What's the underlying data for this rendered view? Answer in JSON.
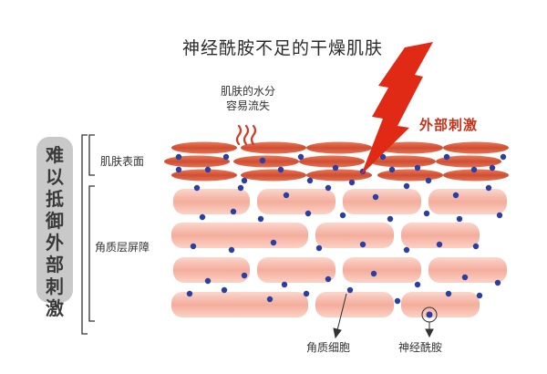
{
  "title": "神经酰胺不足的干燥肌肤",
  "water_loss_note": "肌肤的水分\n容易流失",
  "external_label": "外部刺激",
  "side_label": "难\n以\n抵\n御\n外\n部\n刺\n激",
  "layers": {
    "surface_label": "肌肤表面",
    "barrier_label": "角质层屏障"
  },
  "callouts": {
    "cell_label": "角质细胞",
    "ceramide_label": "神经酰胺"
  },
  "colors": {
    "surface_cell": "#d9573a",
    "barrier_cell": "#f6b6a6",
    "ceramide_dot": "#2a3fa6",
    "arrow": "#e12a16",
    "wave": "#d63a22",
    "bracket": "#333333",
    "side_panel": "#c9c9c9"
  }
}
